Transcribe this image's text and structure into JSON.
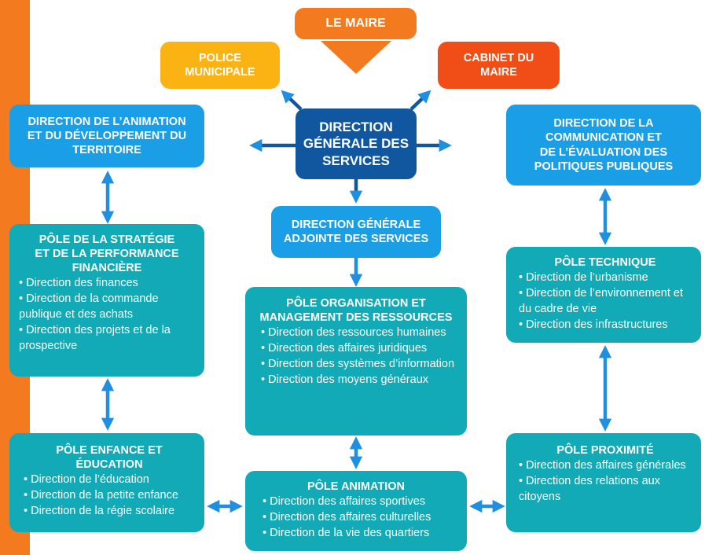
{
  "colors": {
    "stripe": "#f47a20",
    "maire": "#f37a1f",
    "police": "#fab312",
    "cabinet": "#f04e16",
    "dgs": "#11579f",
    "direction": "#1a9ee5",
    "pole": "#12aab6",
    "arrow": "#1f8fe0"
  },
  "maire": {
    "label": "LE MAIRE"
  },
  "police": {
    "label": "POLICE\nMUNICIPALE"
  },
  "cabinet": {
    "label": "CABINET DU\nMAIRE"
  },
  "dgs": {
    "label": "DIRECTION\nGÉNÉRALE DES\nSERVICES"
  },
  "dgas": {
    "label": "DIRECTION GÉNÉRALE\nADJOINTE DES SERVICES"
  },
  "direction_animation": {
    "label": "DIRECTION DE L’ANIMATION\nET DU DÉVELOPPEMENT DU\nTERRITOIRE"
  },
  "direction_communication": {
    "label": "DIRECTION DE LA\nCOMMUNICATION ET\nDE L’ÉVALUATION DES\nPOLITIQUES PUBLIQUES"
  },
  "pole_strategie": {
    "title": "PÔLE DE LA STRATÉGIE\nET DE LA PERFORMANCE\nFINANCIÈRE",
    "items": [
      "• Direction des finances",
      "• Direction de la commande publique et des achats",
      "• Direction des projets et de la prospective"
    ]
  },
  "pole_organisation": {
    "title": "PÔLE ORGANISATION ET\nMANAGEMENT DES RESSOURCES",
    "items": [
      "• Direction des ressources humaines",
      "• Direction des affaires juridiques",
      "• Direction des systèmes d’information",
      "• Direction des moyens généraux"
    ]
  },
  "pole_technique": {
    "title": "PÔLE TECHNIQUE",
    "items": [
      "• Direction de l’urbanisme",
      "• Direction de l’environnement et du cadre de vie",
      "• Direction des infrastructures"
    ]
  },
  "pole_enfance": {
    "title": "PÔLE ENFANCE ET\nÉDUCATION",
    "items": [
      "• Direction de l’éducation",
      "• Direction de la petite enfance",
      "• Direction de la régie scolaire"
    ]
  },
  "pole_animation": {
    "title": "PÔLE ANIMATION",
    "items": [
      "• Direction des affaires sportives",
      "• Direction des affaires culturelles",
      "• Direction de la vie des quartiers"
    ]
  },
  "pole_proximite": {
    "title": "PÔLE PROXIMITÉ",
    "items": [
      "• Direction des affaires générales",
      "• Direction des relations aux citoyens"
    ]
  }
}
